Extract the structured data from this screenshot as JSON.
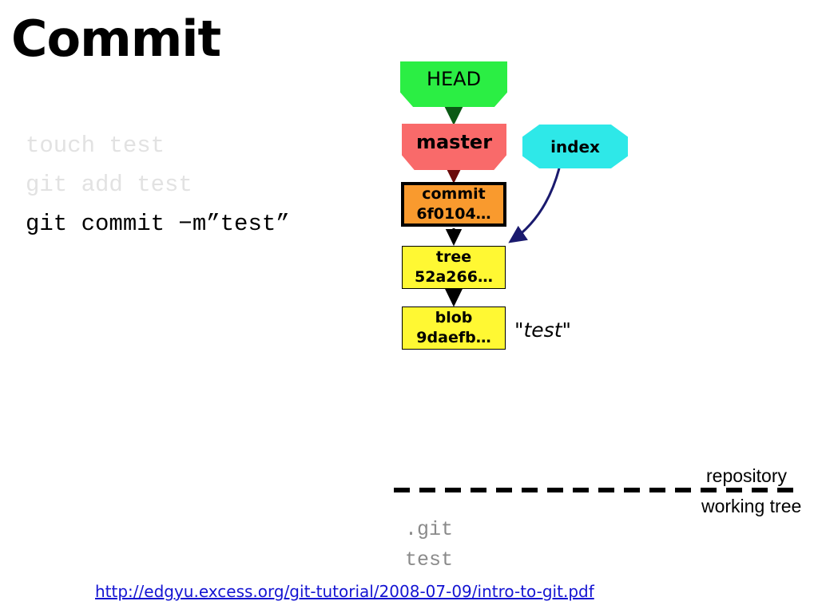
{
  "slide": {
    "title": "Commit"
  },
  "commands": [
    {
      "text": "touch test",
      "state": "faded"
    },
    {
      "text": "git add test",
      "state": "faded"
    },
    {
      "text": "git commit −m”test”",
      "state": "active"
    }
  ],
  "diagram": {
    "nodes": [
      {
        "id": "head",
        "label": "HEAD",
        "line2": "",
        "shape": "pentagon",
        "fill": "#2BEE44"
      },
      {
        "id": "master",
        "label": "master",
        "line2": "",
        "shape": "pentagon",
        "fill": "#F96A6A"
      },
      {
        "id": "index",
        "label": "index",
        "line2": "",
        "shape": "octagon",
        "fill": "#2EE8E8"
      },
      {
        "id": "commit",
        "label": "commit",
        "line2": "6f0104…",
        "shape": "rect",
        "fill": "#F99A2E"
      },
      {
        "id": "tree",
        "label": "tree",
        "line2": "52a266…",
        "shape": "rect",
        "fill": "#FFF833"
      },
      {
        "id": "blob",
        "label": "blob",
        "line2": "9daefb…",
        "shape": "rect",
        "fill": "#FFF833"
      }
    ],
    "edges": [
      {
        "from": "head",
        "to": "master",
        "color": "#0B5A15",
        "style": "straight"
      },
      {
        "from": "master",
        "to": "commit",
        "color": "#6B0B0B",
        "style": "straight"
      },
      {
        "from": "commit",
        "to": "tree",
        "color": "#000000",
        "style": "straight"
      },
      {
        "from": "tree",
        "to": "blob",
        "color": "#000000",
        "style": "straight"
      },
      {
        "from": "index",
        "to": "tree",
        "color": "#1A1A6E",
        "style": "curved"
      }
    ],
    "blob_content_label": "\"test\""
  },
  "zones": {
    "above_label": "repository",
    "below_label": "working tree"
  },
  "working_tree_files": [
    ".git",
    "test"
  ],
  "source": {
    "url_text": "http://edgyu.excess.org/git-tutorial/2008-07-09/intro-to-git.pdf"
  }
}
